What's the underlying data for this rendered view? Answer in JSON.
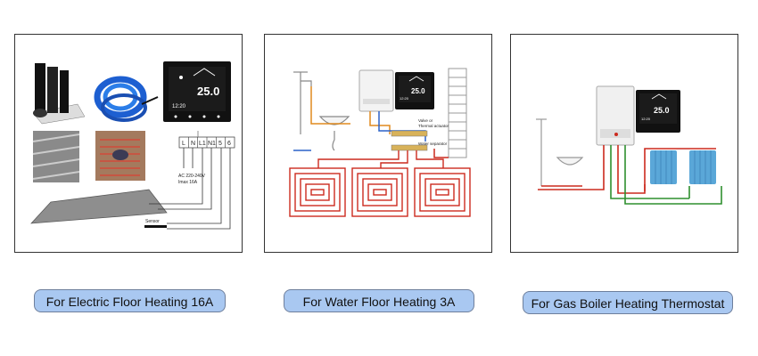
{
  "panels": [
    {
      "caption": "For Electric Floor Heating 16A",
      "thermostat": {
        "temp": "25.0",
        "time": "12:20"
      },
      "terminals": [
        "L",
        "N",
        "L1",
        "N1",
        "5",
        "6"
      ],
      "power_note_1": "AC 220-240V",
      "power_note_2": "Imax 16A",
      "sensor_label": "Sensor"
    },
    {
      "caption": "For Water Floor Heating 3A",
      "thermostat": {
        "temp": "25.0",
        "time": "12:20"
      },
      "labels": {
        "valve": "Valve or",
        "actuator": "Thermal actuator",
        "separator": "Water separator"
      }
    },
    {
      "caption": "For Gas Boiler Heating Thermostat",
      "thermostat": {
        "temp": "25.0",
        "time": "12:20"
      }
    }
  ],
  "colors": {
    "caption_bg": "#a9c8f1",
    "caption_border": "#6e7f9c",
    "pipe_red": "#cc2a1e",
    "pipe_green": "#2f8f2f",
    "pipe_orange": "#e08a1e",
    "radiator": "#5aa7d8"
  }
}
